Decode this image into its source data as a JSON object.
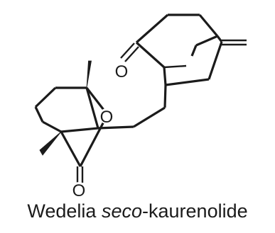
{
  "diagram": {
    "atoms": {
      "ketone_oxygen": "O",
      "ring_oxygen": "O",
      "lactone_carbonyl_oxygen": "O"
    },
    "caption": {
      "genus": "Wedelia",
      "seco": "seco",
      "rest": "-kaurenolide"
    },
    "ink_color": "#1b1b1b"
  }
}
